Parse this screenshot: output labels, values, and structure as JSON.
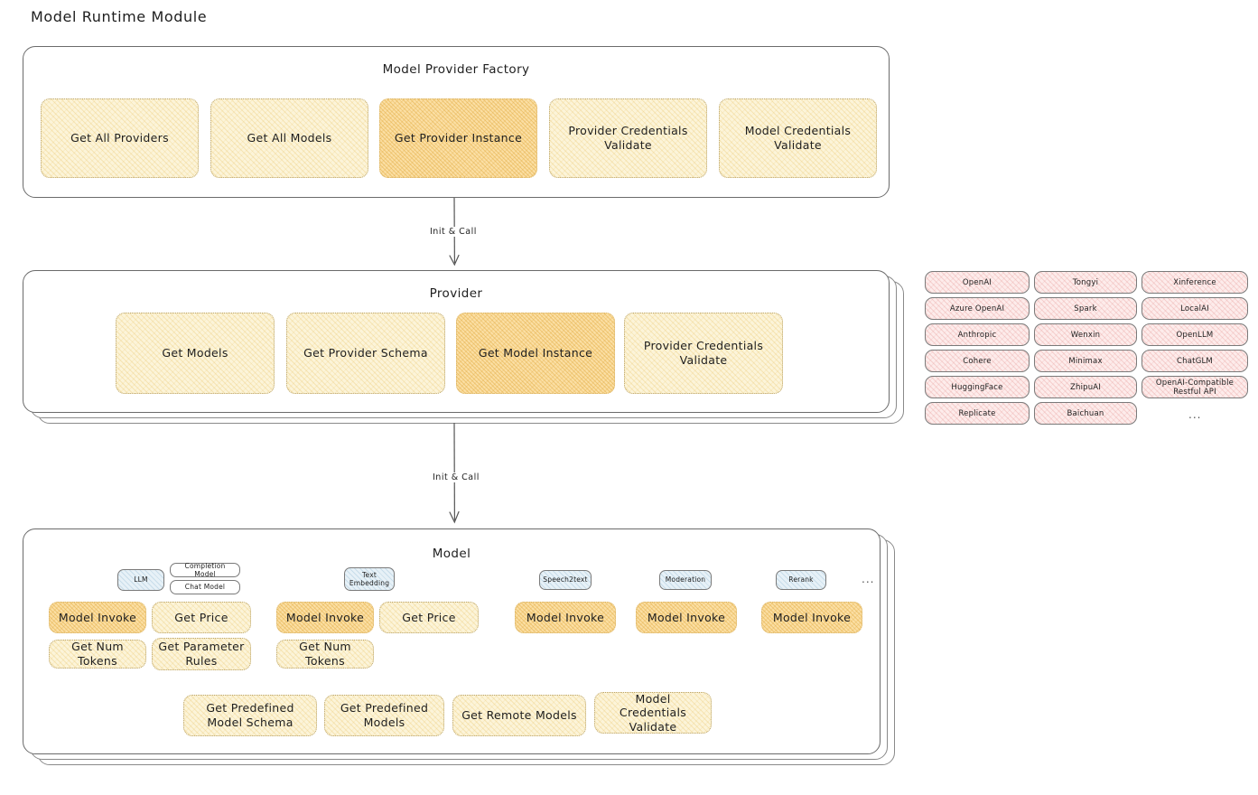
{
  "title": "Model Runtime Module",
  "factory": {
    "title": "Model Provider Factory",
    "nodes": [
      {
        "label": "Get All Providers",
        "highlight": false
      },
      {
        "label": "Get All Models",
        "highlight": false
      },
      {
        "label": "Get Provider Instance",
        "highlight": true
      },
      {
        "label": "Provider Credentials Validate",
        "highlight": false
      },
      {
        "label": "Model Credentials Validate",
        "highlight": false
      }
    ]
  },
  "arrows": {
    "first": "Init & Call",
    "second": "Init & Call"
  },
  "provider": {
    "title": "Provider",
    "nodes": [
      {
        "label": "Get Models",
        "highlight": false
      },
      {
        "label": "Get Provider Schema",
        "highlight": false
      },
      {
        "label": "Get Model Instance",
        "highlight": true
      },
      {
        "label": "Provider Credentials Validate",
        "highlight": false
      }
    ]
  },
  "provider_list": {
    "columns": [
      [
        "OpenAI",
        "Azure OpenAI",
        "Anthropic",
        "Cohere",
        "HuggingFace",
        "Replicate"
      ],
      [
        "Tongyi",
        "Spark",
        "Wenxin",
        "Minimax",
        "ZhipuAI",
        "Baichuan"
      ],
      [
        "Xinference",
        "LocalAI",
        "OpenLLM",
        "ChatGLM",
        "OpenAI-Compatible Restful API"
      ]
    ],
    "more": "..."
  },
  "model": {
    "title": "Model",
    "more": "...",
    "types": [
      {
        "name": "LLM",
        "subtypes": [
          "Completion Model",
          "Chat Model"
        ]
      },
      {
        "name": "Text Embedding",
        "subtypes": []
      },
      {
        "name": "Speech2text",
        "subtypes": []
      },
      {
        "name": "Moderation",
        "subtypes": []
      },
      {
        "name": "Rerank",
        "subtypes": []
      }
    ],
    "llm_ops": [
      {
        "label": "Model Invoke",
        "highlight": true
      },
      {
        "label": "Get Price",
        "highlight": false
      },
      {
        "label": "Get Num Tokens",
        "highlight": false
      },
      {
        "label": "Get Parameter Rules",
        "highlight": false
      }
    ],
    "embedding_ops": [
      {
        "label": "Model Invoke",
        "highlight": true
      },
      {
        "label": "Get Price",
        "highlight": false
      },
      {
        "label": "Get Num Tokens",
        "highlight": false
      }
    ],
    "speech2text_ops": [
      {
        "label": "Model Invoke",
        "highlight": true
      }
    ],
    "moderation_ops": [
      {
        "label": "Model Invoke",
        "highlight": true
      }
    ],
    "rerank_ops": [
      {
        "label": "Model Invoke",
        "highlight": true
      }
    ],
    "common_ops": [
      {
        "label": "Get Predefined Model Schema",
        "highlight": false
      },
      {
        "label": "Get Predefined Models",
        "highlight": false
      },
      {
        "label": "Get Remote Models",
        "highlight": false
      },
      {
        "label": "Model Credentials Validate",
        "highlight": false
      }
    ]
  },
  "colors": {
    "node_light": "#fcf4d9",
    "node_strong": "#fbdfa4",
    "pill_pink": "#fdeceb",
    "chip_blue": "#e7f1f7",
    "stroke": "#6b6b6b"
  }
}
